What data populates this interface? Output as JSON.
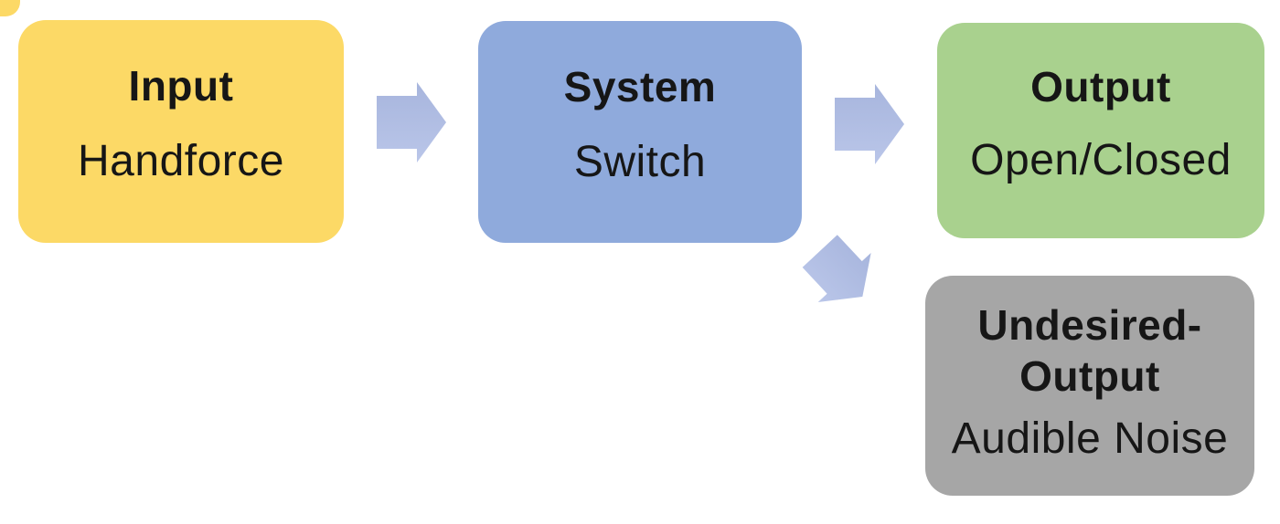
{
  "diagram": {
    "background_color": "#ffffff",
    "text_color": "#161616",
    "arrow_color": "#AEBCE2",
    "nodes": [
      {
        "id": "input",
        "title": "Input",
        "subtitle": "Handforce",
        "color": "#FCD966"
      },
      {
        "id": "system",
        "title": "System",
        "subtitle": "Switch",
        "color": "#8FAADC"
      },
      {
        "id": "output",
        "title": "Output",
        "subtitle": "Open/Closed",
        "color": "#A9D18E"
      },
      {
        "id": "undesired-output",
        "title": "Undesired-Output",
        "subtitle": "Audible Noise",
        "color": "#A6A6A6"
      }
    ],
    "connections": [
      {
        "from": "input",
        "to": "system",
        "direction": "right"
      },
      {
        "from": "system",
        "to": "output",
        "direction": "right"
      },
      {
        "from": "system",
        "to": "undesired-output",
        "direction": "down-right"
      }
    ]
  }
}
